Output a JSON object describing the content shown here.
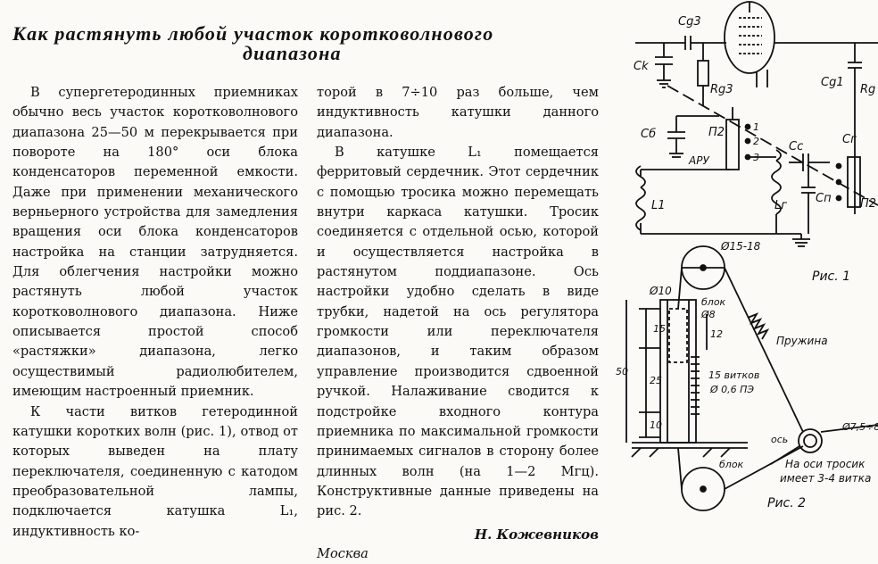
{
  "article": {
    "title_line1": "Как растянуть любой участок коротковолнового",
    "title_line2": "диапазона",
    "col1_p1": "В супергетеродинных приемниках обычно весь участок коротковолнового диапазона 25—50 м перекрывается при повороте на 180° оси блока конденсаторов переменной емкости. Даже при применении механического верньерного устройства для замедления вращения оси блока конденсаторов настройка на станции затрудняется. Для облегчения настройки можно растянуть любой участок коротковолнового диапазона. Ниже описывается простой способ «растяжки» диапазона, легко осуществимый радиолюбителем, имеющим настроенный приемник.",
    "col1_p2": "К части витков гетеродинной катушки коротких волн (рис. 1), отвод от которых выведен на плату переключателя, соединенную с катодом преобразовательной лампы, подключается катушка L₁, индуктивность ко-",
    "col2_p1": "торой в 7÷10 раз больше, чем индуктивность катушки данного диапазона.",
    "col2_p2": "В катушке L₁ помещается ферритовый сердечник. Этот сердечник с помощью тросика можно перемещать внутри каркаса катушки. Тросик соединяется с отдельной осью, которой и осуществляется настройка в растянутом поддиапазоне. Ось настройки удобно сделать в виде трубки, надетой на ось регулятора громкости или переключателя диапазонов, и таким образом управление производится сдвоенной ручкой. Налаживание сводится к подстройке входного контура приемника по максимальной громкости принимаемых сигналов в сторону более длинных волн (на 1—2 Мгц). Конструктивные данные приведены на рис. 2.",
    "author": "Н. Кожевников",
    "city": "Москва"
  },
  "figure1": {
    "labels": [
      "Cg3",
      "Ck",
      "Rg3",
      "П2",
      "Cб",
      "АРУ",
      "1",
      "2",
      "3",
      "Cc",
      "L1",
      "Lг",
      "Cп",
      "Cg1",
      "Rg",
      "Cг",
      "П2"
    ],
    "caption": "Рис. 1"
  },
  "figure2": {
    "labels": {
      "pulley_top": "Ø15-18",
      "d10": "Ø10",
      "blok_top": "блок",
      "d8": "Ø8",
      "dim15": "15",
      "dim12": "12",
      "dim50": "50",
      "dim25": "25",
      "dim10": "10",
      "spring": "Пружина",
      "coil_turns": "15 витков",
      "wire": "Ø 0,6 ПЭ",
      "axis": "ось",
      "axis_d": "Ø7,5÷8",
      "blok_bottom": "блок",
      "note1": "На оси тросик",
      "note2": "имеет 3-4 витка"
    },
    "caption": "Рис. 2"
  }
}
